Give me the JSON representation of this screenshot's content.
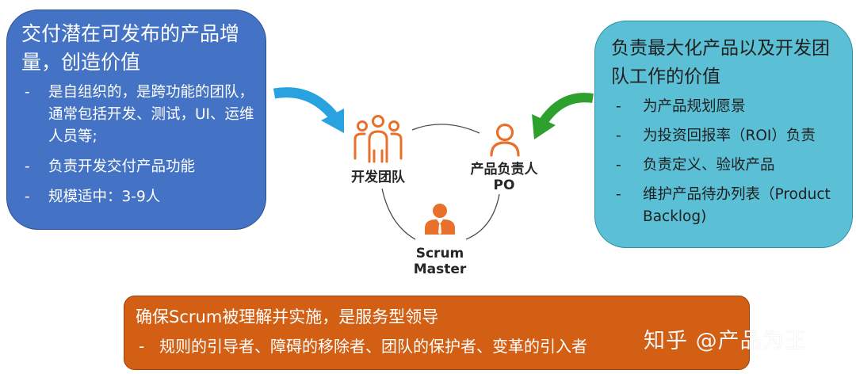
{
  "dev_team_box": {
    "title": "交付潜在可发布的产品增量，创造价值",
    "bullets": [
      "是自组织的，是跨功能的团队，通常包括开发、测试，UI、运维人员等;",
      "负责开发交付产品功能",
      "规模适中：3-9人"
    ]
  },
  "po_box": {
    "title": "负责最大化产品以及开发团队工作的价值",
    "bullets": [
      "为产品规划愿景",
      "为投资回报率（ROI）负责",
      "负责定义、验收产品",
      "维护产品待办列表（Product Backlog)"
    ]
  },
  "sm_box": {
    "title": "确保Scrum被理解并实施，是服务型领导",
    "bullets": [
      "规则的引导者、障碍的移除者、团队的保护者、变革的引入者"
    ]
  },
  "nodes": {
    "dev_team": "开发团队",
    "po_line1": "产品负责人",
    "po_line2": "PO",
    "sm_line1": "Scrum",
    "sm_line2": "Master"
  },
  "watermark": "知乎 @产品为王",
  "colors": {
    "dev_box": "#4472c4",
    "po_box": "#5bc0d6",
    "sm_box": "#d35f14",
    "icon_orange": "#e8702a",
    "arrow_blue": "#29a3df",
    "arrow_green": "#2ea02e"
  }
}
